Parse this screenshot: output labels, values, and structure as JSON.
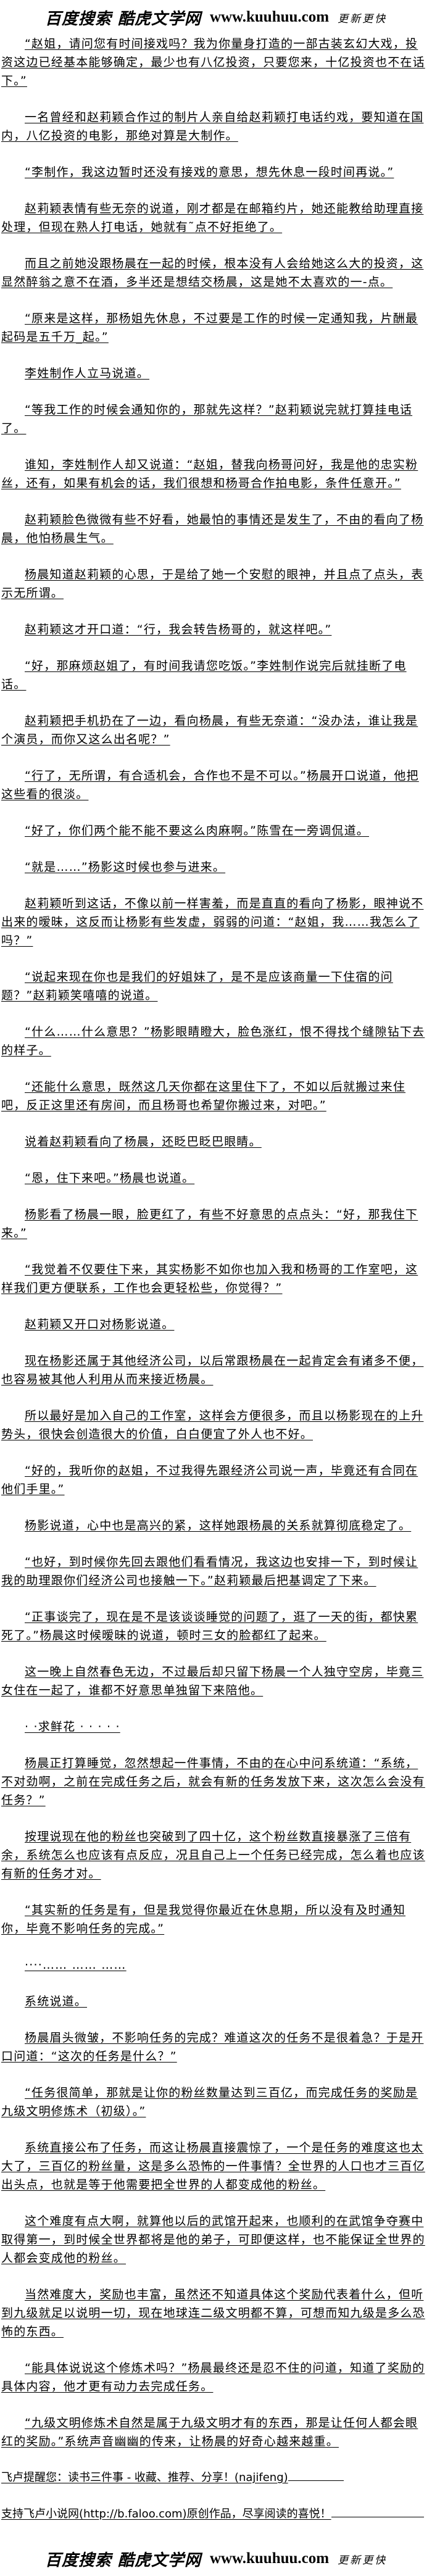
{
  "banner": {
    "site_name": "百度搜索 酷虎文学网",
    "url": "www.kuuhuu.com",
    "tagline": "更新更快"
  },
  "paragraphs": [
    "“赵姐，请问您有时间接戏吗？我为你量身打造的一部古装玄幻大戏，投资这边已经基本能够确定，最少也有八亿投资，只要您来，十亿投资也不在话下。”",
    "一名曾经和赵莉颖合作过的制片人亲自给赵莉颖打电话约戏，要知道在国内，八亿投资的电影，那绝对算是大制作。",
    "“李制作，我这边暂时还没有接戏的意思，想先休息一段时间再说。”",
    "赵莉颖表情有些无奈的说道，刚才都是在邮箱约片，她还能教给助理直接处理，但现在熟人打电话，她就有˜点不好拒绝了。",
    "而且之前她没跟杨晨在一起的时候，根本没有人会给她这么大的投资，这显然醉翁之意不在酒，多半还是想结交杨晨，这是她不太喜欢的一-点。",
    "“原来是这样，那杨姐先休息，不过要是工作的时候一定通知我，片酬最起码是五千万_起。”",
    "李姓制作人立马说道。",
    "“等我工作的时候会通知你的，那就先这样？”赵莉颖说完就打算挂电话了。",
    "谁知，李姓制作人却又说道：“赵姐，替我向杨哥问好，我是他的忠实粉丝，还有，如果有机会的话，我们很想和杨哥合作拍电影，条件任意开。”",
    "赵莉颖脸色微微有些不好看，她最怕的事情还是发生了，不由的看向了杨晨，他怕杨晨生气。",
    "杨晨知道赵莉颖的心思，于是给了她一个安慰的眼神，并且点了点头，表示无所谓。",
    "赵莉颖这才开口道：“行，我会转告杨哥的，就这样吧。”",
    "“好，那麻烦赵姐了，有时间我请您吃饭。”李姓制作说完后就挂断了电话。",
    "赵莉颖把手机扔在了一边，看向杨晨，有些无奈道：“没办法，谁让我是个演员，而你又这么出名呢？”",
    "“行了，无所谓，有合适机会，合作也不是不可以。”杨晨开口说道，他把这些看的很淡。",
    "“好了，你们两个能不能不要这么肉麻啊。”陈雪在一旁调侃道。",
    "“就是……”杨影这时候也参与进来。",
    "赵莉颖听到这话，不像以前一样害羞，而是直直的看向了杨影，眼神说不出来的暧昧，这反而让杨影有些发虚，弱弱的问道：“赵姐，我……我怎么了吗？”",
    "“说起来现在你也是我们的好姐妹了，是不是应该商量一下住宿的问题？”赵莉颖笑嘻嘻的说道。",
    "“什么……什么意思？”杨影眼睛瞪大，脸色涨红，恨不得找个缝隙钻下去的样子。",
    "“还能什么意思，既然这几天你都在这里住下了，不如以后就搬过来住吧，反正这里还有房间，而且杨哥也希望你搬过来，对吧。”",
    "说着赵莉颖看向了杨晨，还眨巴眨巴眼睛。",
    "“恩，住下来吧。”杨晨也说道。",
    "杨影看了杨晨一眼，脸更红了，有些不好意思的点点头：“好，那我住下来。”",
    "“我觉着不仅要住下来，其实杨影不如你也加入我和杨哥的工作室吧，这样我们更方便联系，工作也会更轻松些，你觉得？”",
    "赵莉颖又开口对杨影说道。",
    "现在杨影还属于其他经济公司，以后常跟杨晨在一起肯定会有诸多不便，也容易被其他人利用从而来接近杨晨。",
    "所以最好是加入自己的工作室，这样会方便很多，而且以杨影现在的上升势头，很快会创造很大的价值，白白便宜了外人也不好。",
    "“好的，我听你的赵姐，不过我得先跟经济公司说一声，毕竟还有合同在他们手里。”",
    "杨影说道，心中也是高兴的紧，这样她跟杨晨的关系就算彻底稳定了。",
    "“也好，到时候你先回去跟他们看看情况，我这边也安排一下，到时候让我的助理跟你们经济公司也接触一下。”赵莉颖最后把基调定了下来。",
    "“正事谈完了，现在是不是该谈谈睡觉的问题了，逛了一天的街，都快累死了。”杨晨这时候暧昧的说道，顿时三女的脸都红了起来。",
    "这一晚上自然春色无边，不过最后却只留下杨晨一个人独守空房，毕竟三女住在一起了，谁都不好意思单独留下来陪他。",
    "· ·求鲜花 · · · · ·",
    "杨晨正打算睡觉，忽然想起一件事情，不由的在心中问系统道：“系统，不对劲啊，之前在完成任务之后，就会有新的任务发放下来，这次怎么会没有任务？”",
    "按理说现在他的粉丝也突破到了四十亿，这个粉丝数直接暴涨了三倍有余，系统怎么也应该有点反应，况且自己上一个任务已经完成，怎么着也应该有新的任务才对。",
    "“其实新的任务是有，但是我觉得你最近在休息期，所以没有及时通知你，毕竟不影响任务的完成。”",
    "····…… …… ……",
    "系统说道。",
    "杨晨眉头微皱，不影响任务的完成？难道这次的任务不是很着急？于是开口问道：“这次的任务是什么？”",
    "“任务很简单，那就是让你的粉丝数量达到三百亿，而完成任务的奖励是九级文明修炼术（初级）。”",
    "系统直接公布了任务，而这让杨晨直接震惊了，一个是任务的难度这也太大了，三百亿的粉丝量，这是多么恐怖的一件事情？全世界的人口也才三百亿出头点，也就是等于他需要把全世界的人都变成他的粉丝。",
    "这个难度有点大啊，就算他以后的武馆开起来，也顺利的在武馆争夺赛中取得第一，到时候全世界都将是他的弟子，可即便这样，也不能保证全世界的人都会变成他的粉丝。",
    "当然难度大，奖励也丰富，虽然还不知道具体这个奖励代表着什么，但听到九级就足以说明一切，现在地球连二级文明都不算，可想而知九级是多么恐怖的东西。",
    "“能具体说说这个修炼术吗？”杨晨最终还是忍不住的问道，知道了奖励的具体内容，他才更有动力去完成任务。",
    "“九级文明修炼术自然是属于九级文明才有的东西，那是让任何人都会眼红的奖励。”系统声音幽幽的传来，让杨晨的好奇心越来越重。"
  ],
  "footer": {
    "reminder": "飞卢提醒您：读书三件事 - 收藏、推荐、分享！(najifeng)",
    "support": "支持飞卢小说网(http://b.faloo.com)原创作品，尽享阅读的喜悦！"
  }
}
